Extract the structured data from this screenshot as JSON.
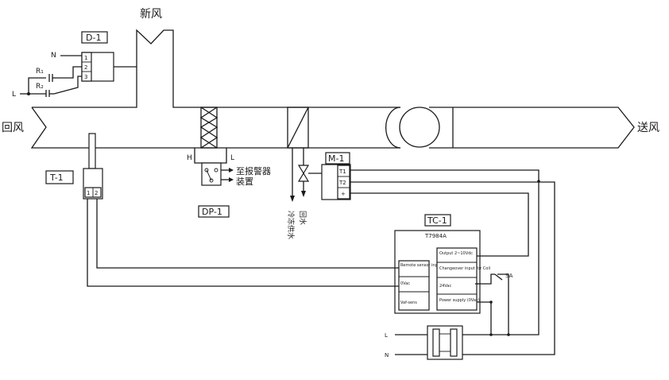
{
  "labels": {
    "fresh_air": "新风",
    "return_air": "回风",
    "supply_air": "送风",
    "to_alarm_1": "至报警器",
    "to_alarm_2": "装置",
    "chilled_water_supply": "冷冻供水",
    "return_water": "回水",
    "h": "H",
    "l_side": "L",
    "n_left": "N",
    "l_left": "L",
    "r1": "R₁",
    "r2": "R₂",
    "n_bottom": "N",
    "l_bottom": "L",
    "sa": "SA"
  },
  "tags": {
    "d1": "D-1",
    "t1": "T-1",
    "dp1": "DP-1",
    "m1": "M-1",
    "tc1": "TC-1"
  },
  "d1_terminals": [
    "1",
    "2",
    "3"
  ],
  "t1_terminals": [
    "1",
    "2"
  ],
  "m1_terminals": [
    "T1",
    "T2",
    "+"
  ],
  "controller": {
    "model": "T7984A",
    "left_blocks": [
      "Remote sensor input",
      "0Vac",
      "Vaf-sens"
    ],
    "right_blocks": [
      "Output 2~10Vdc",
      "Changeover input for Coil",
      "24Vac",
      "Power supply (0Vac)"
    ]
  }
}
